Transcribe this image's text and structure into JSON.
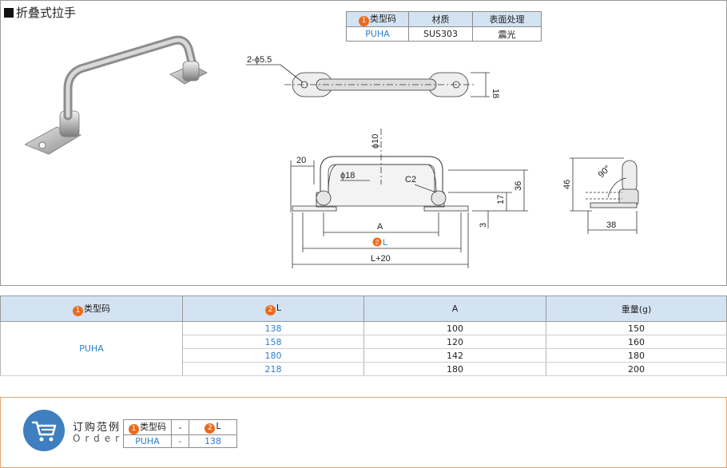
{
  "page": {
    "title": "折叠式拉手"
  },
  "spec_table": {
    "headers": [
      {
        "badge": "1",
        "label": "类型码"
      },
      {
        "badge": "",
        "label": "材质"
      },
      {
        "badge": "",
        "label": "表面处理"
      }
    ],
    "row": [
      "PUHA",
      "SUS303",
      "震光"
    ]
  },
  "drawing": {
    "top_view": {
      "hole_label": "2-ϕ5.5",
      "width_label": "18"
    },
    "front_view": {
      "rod_dia": "ϕ10",
      "left_offset": "20",
      "bend_dia": "ϕ18",
      "chamfer": "C2",
      "height_total": "36",
      "height_base": "17",
      "base_thickness": "3",
      "dim_a": "A",
      "dim_l_badge": "2",
      "dim_l": "L",
      "dim_l20": "L+20"
    },
    "side_view": {
      "height": "46",
      "angle": "90°",
      "width": "38"
    }
  },
  "data_table": {
    "headers": [
      {
        "badge": "1",
        "label": "类型码"
      },
      {
        "badge": "2",
        "label": "L"
      },
      {
        "badge": "",
        "label": "A"
      },
      {
        "badge": "",
        "label": "重量(g)"
      }
    ],
    "model": "PUHA",
    "rows": [
      {
        "L": "138",
        "A": "100",
        "weight": "150"
      },
      {
        "L": "158",
        "A": "120",
        "weight": "160"
      },
      {
        "L": "180",
        "A": "142",
        "weight": "180"
      },
      {
        "L": "218",
        "A": "180",
        "weight": "200"
      }
    ]
  },
  "order": {
    "label_cn": "订购范例",
    "label_en": "Order",
    "headers": [
      {
        "badge": "1",
        "label": "类型码"
      },
      {
        "badge": "",
        "label": "-"
      },
      {
        "badge": "2",
        "label": "L"
      }
    ],
    "row": [
      "PUHA",
      "-",
      "138"
    ]
  },
  "colors": {
    "accent_blue": "#2a7fd4",
    "header_bg": "#d4e3f2",
    "badge_orange": "#ea6b1e",
    "order_border": "#e9a56f",
    "cart_blue": "#3f7fbf"
  },
  "icons": [
    "shopping-cart-icon"
  ]
}
